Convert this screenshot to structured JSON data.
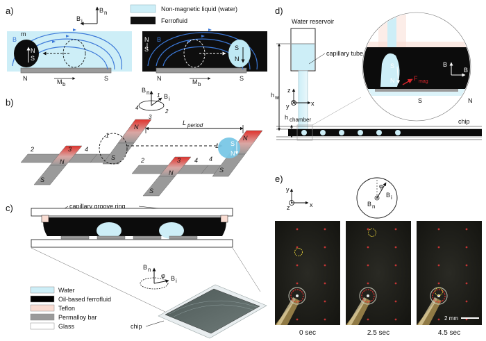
{
  "panels": {
    "a": "a)",
    "b": "b)",
    "c": "c)",
    "d": "d)",
    "e": "e)"
  },
  "legend_top": {
    "water": "Non-magnetic liquid (water)",
    "ferrofluid": "Ferrofluid"
  },
  "panel_a": {
    "field_b": "B",
    "moment_m": "m",
    "mb": "M",
    "mb_sub": "b",
    "pole_n": "N",
    "pole_s": "S",
    "bn": "B",
    "bn_sub": "n",
    "bi": "B",
    "bi_sub": "i"
  },
  "panel_b": {
    "l_period": "L",
    "l_period_sub": "period",
    "step1": "1",
    "step2": "2",
    "step3": "3",
    "step4": "4",
    "pole_n": "N",
    "pole_s": "S"
  },
  "panel_c": {
    "groove": "capillary groove ring",
    "chip": "chip",
    "phi": "φ",
    "legend": [
      {
        "label": "Water",
        "color": "#cdeef7"
      },
      {
        "label": "Oil-based ferrofluid",
        "color": "#000000"
      },
      {
        "label": "Teflon",
        "color": "#f9dcd2"
      },
      {
        "label": "Permalloy bar",
        "color": "#9a9a9a"
      },
      {
        "label": "Glass",
        "color": "#ffffff"
      }
    ]
  },
  "panel_d": {
    "reservoir": "Water reservoir",
    "capillary": "capillary tube",
    "hw": "h",
    "hw_sub": "w",
    "hchamber": "h",
    "hchamber_sub": "chamber",
    "chip": "chip",
    "fmag": "F",
    "fmag_sub": "mag",
    "ax_z": "z",
    "ax_y": "y",
    "ax_x": "x"
  },
  "panel_e": {
    "ax_y": "y",
    "ax_x": "x",
    "ax_z": "z",
    "phi": "φ",
    "times": [
      "0 sec",
      "2.5 sec",
      "4.5 sec"
    ],
    "scale": "2 mm"
  }
}
